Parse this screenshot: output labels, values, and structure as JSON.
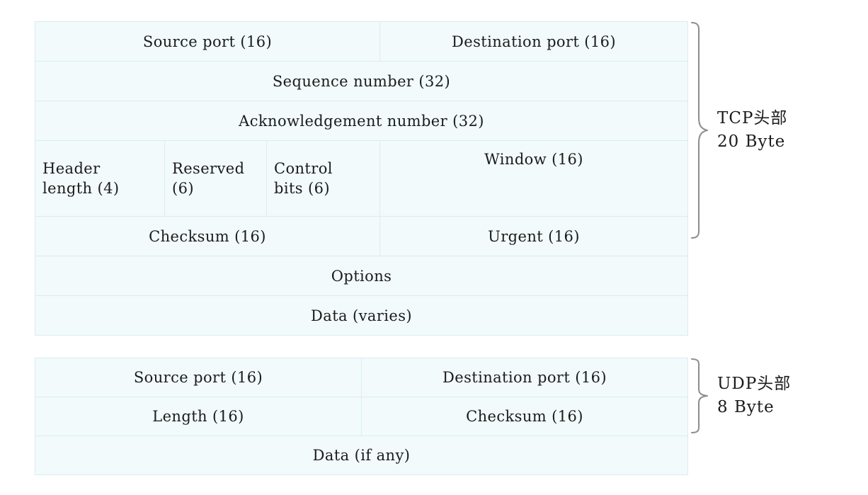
{
  "diagram": {
    "title_hidden": "",
    "colors": {
      "cell_background": "#f2fafb",
      "cell_border": "#d8eef1",
      "text": "#1b1b1b",
      "brace": "#8a8a8a",
      "page_background": "#ffffff"
    },
    "tcp": {
      "name": "tcp-header-table",
      "rows": [
        {
          "cells": [
            {
              "text": "Source port (16)",
              "align": "center",
              "span_units": 16
            },
            {
              "text": "Destination port (16)",
              "align": "center",
              "span_units": 16
            }
          ]
        },
        {
          "cells": [
            {
              "text": "Sequence number (32)",
              "align": "center",
              "span_units": 32
            }
          ]
        },
        {
          "cells": [
            {
              "text": "Acknowledgement number (32)",
              "align": "center",
              "span_units": 32
            }
          ]
        },
        {
          "cells": [
            {
              "text": "Header\nlength (4)",
              "align": "left",
              "span_units": 4
            },
            {
              "text": "Reserved\n(6)",
              "align": "left",
              "span_units": 6
            },
            {
              "text": "Control\nbits (6)",
              "align": "left",
              "span_units": 6
            },
            {
              "text": "Window (16)",
              "align": "center-top",
              "span_units": 16
            }
          ]
        },
        {
          "cells": [
            {
              "text": "Checksum (16)",
              "align": "center",
              "span_units": 16
            },
            {
              "text": "Urgent (16)",
              "align": "center",
              "span_units": 16
            }
          ]
        },
        {
          "cells": [
            {
              "text": "Options",
              "align": "center",
              "span_units": 32
            }
          ]
        },
        {
          "cells": [
            {
              "text": "Data (varies)",
              "align": "center",
              "span_units": 32
            }
          ]
        }
      ],
      "brace_label": "TCP头部\n20 Byte"
    },
    "udp": {
      "name": "udp-header-table",
      "rows": [
        {
          "cells": [
            {
              "text": "Source port (16)",
              "align": "center",
              "span_units": 16
            },
            {
              "text": "Destination port (16)",
              "align": "center",
              "span_units": 16
            }
          ]
        },
        {
          "cells": [
            {
              "text": "Length (16)",
              "align": "center",
              "span_units": 16
            },
            {
              "text": "Checksum (16)",
              "align": "center",
              "span_units": 16
            }
          ]
        },
        {
          "cells": [
            {
              "text": "Data (if any)",
              "align": "center",
              "span_units": 32
            }
          ]
        }
      ],
      "brace_label": "UDP头部\n8 Byte"
    }
  }
}
